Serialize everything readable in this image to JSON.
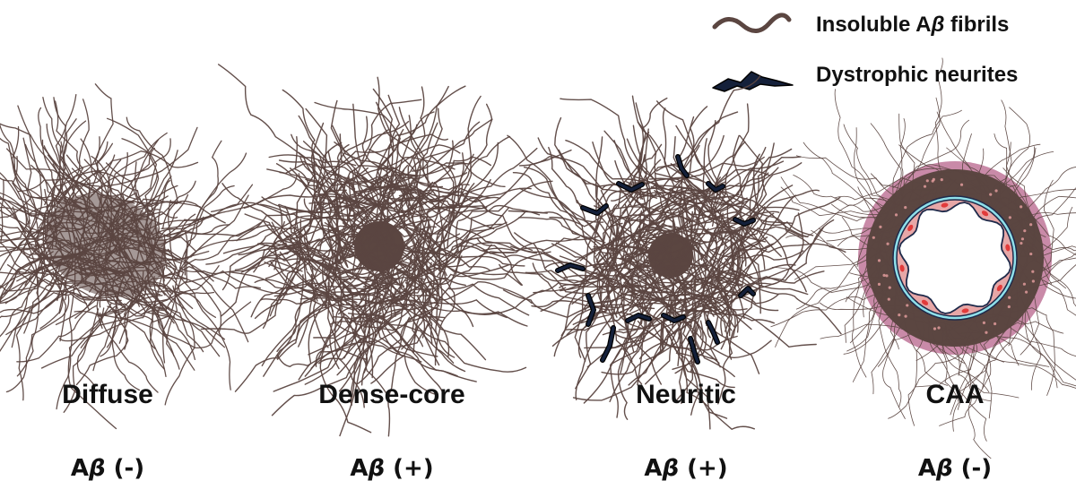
{
  "legend": {
    "fibrils_label_prefix": "Insoluble A",
    "fibrils_label_symbol": "β",
    "fibrils_label_suffix": " fibrils",
    "neurites_label": "Dystrophic neurites"
  },
  "plaques": [
    {
      "type": "Diffuse",
      "abeta_prefix": "A",
      "abeta_symbol": "β",
      "abeta_status": " (-)"
    },
    {
      "type": "Dense-core",
      "abeta_prefix": "A",
      "abeta_symbol": "β",
      "abeta_status": " (+)"
    },
    {
      "type": "Neuritic",
      "abeta_prefix": "A",
      "abeta_symbol": "β",
      "abeta_status": " (+)"
    },
    {
      "type": "CAA",
      "abeta_prefix": "A",
      "abeta_symbol": "β",
      "abeta_status": " (-)"
    }
  ],
  "colors": {
    "fibril": "#5b4641",
    "core": "#5b4641",
    "neurite_fill": "#14203a",
    "vessel_outer": "#c98aa8",
    "vessel_basement": "#8fe0ea",
    "endothelium": "#e7a7a7",
    "nucleus": "#e23b3b"
  }
}
